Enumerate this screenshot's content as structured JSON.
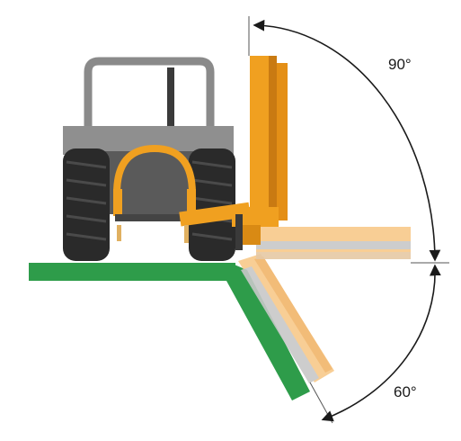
{
  "diagram": {
    "angles": [
      {
        "label": "90°",
        "degrees": 90
      },
      {
        "label": "60°",
        "degrees": 60
      }
    ],
    "colors": {
      "ground": "#2e9c4a",
      "machine_orange": "#f0a020",
      "machine_orange_dark": "#c97a12",
      "ghost_orange": "#f8c98a",
      "ghost_grey": "#b9b9b9",
      "tractor_body": "#8a8a8a",
      "tractor_dark": "#3a3a3a",
      "tyre": "#2a2a2a",
      "arrow": "#1a1a1a"
    }
  }
}
